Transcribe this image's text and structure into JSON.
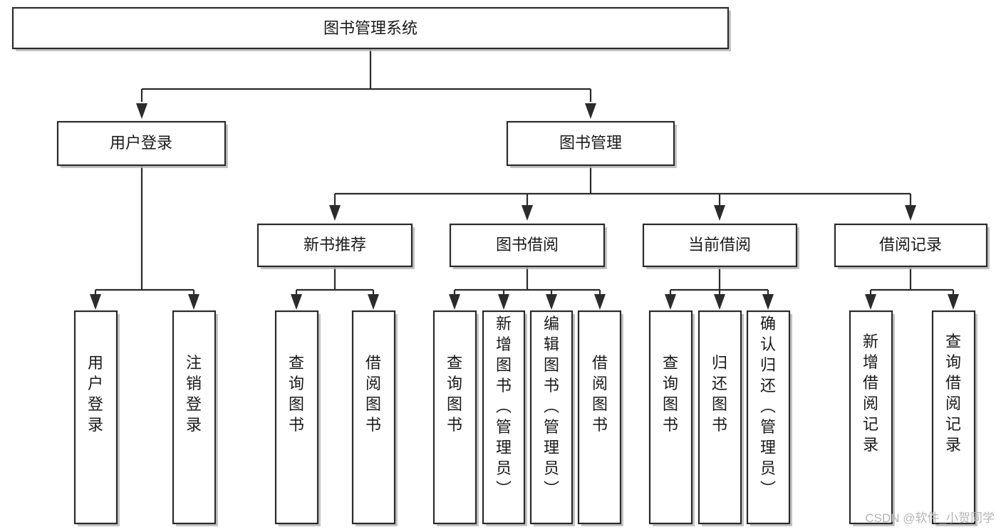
{
  "diagram": {
    "type": "tree",
    "title": "图书管理系统",
    "orientation": "top-down",
    "root": {
      "id": "root",
      "label": "图书管理系统",
      "level": 0
    },
    "level2": [
      {
        "id": "user-login",
        "label": "用户登录"
      },
      {
        "id": "book-manage",
        "label": "图书管理"
      }
    ],
    "level3": [
      {
        "id": "new-book-recommend",
        "label": "新书推荐",
        "parent": "book-manage"
      },
      {
        "id": "book-borrow",
        "label": "图书借阅",
        "parent": "book-manage"
      },
      {
        "id": "current-borrow",
        "label": "当前借阅",
        "parent": "book-manage"
      },
      {
        "id": "borrow-record",
        "label": "借阅记录",
        "parent": "book-manage"
      }
    ],
    "leaves": [
      {
        "id": "leaf-user-login",
        "label": "用户登录",
        "parent": "user-login"
      },
      {
        "id": "leaf-user-logout",
        "label": "注销登录",
        "parent": "user-login"
      },
      {
        "id": "leaf-query-book-1",
        "label": "查询图书",
        "parent": "new-book-recommend"
      },
      {
        "id": "leaf-borrow-book-1",
        "label": "借阅图书",
        "parent": "new-book-recommend"
      },
      {
        "id": "leaf-query-book-2",
        "label": "查询图书",
        "parent": "book-borrow"
      },
      {
        "id": "leaf-add-book",
        "label": "新增图书（管理员）",
        "parent": "book-borrow"
      },
      {
        "id": "leaf-edit-book",
        "label": "编辑图书（管理员）",
        "parent": "book-borrow"
      },
      {
        "id": "leaf-borrow-book-2",
        "label": "借阅图书",
        "parent": "book-borrow"
      },
      {
        "id": "leaf-query-book-3",
        "label": "查询图书",
        "parent": "current-borrow"
      },
      {
        "id": "leaf-return-book",
        "label": "归还图书",
        "parent": "current-borrow"
      },
      {
        "id": "leaf-confirm-return",
        "label": "确认归还（管理员）",
        "parent": "current-borrow"
      },
      {
        "id": "leaf-add-record",
        "label": "新增借阅记录",
        "parent": "borrow-record"
      },
      {
        "id": "leaf-query-record",
        "label": "查询借阅记录",
        "parent": "borrow-record"
      }
    ],
    "colors": {
      "stroke": "#2b2b2b",
      "fill": "#ffffff",
      "text": "#1a1a1a",
      "shadow": "#b9b9b9",
      "watermark": "#b4b4b4",
      "background": "#ffffff"
    }
  },
  "watermark": {
    "label": "CSDN @软件_小贺同学"
  }
}
